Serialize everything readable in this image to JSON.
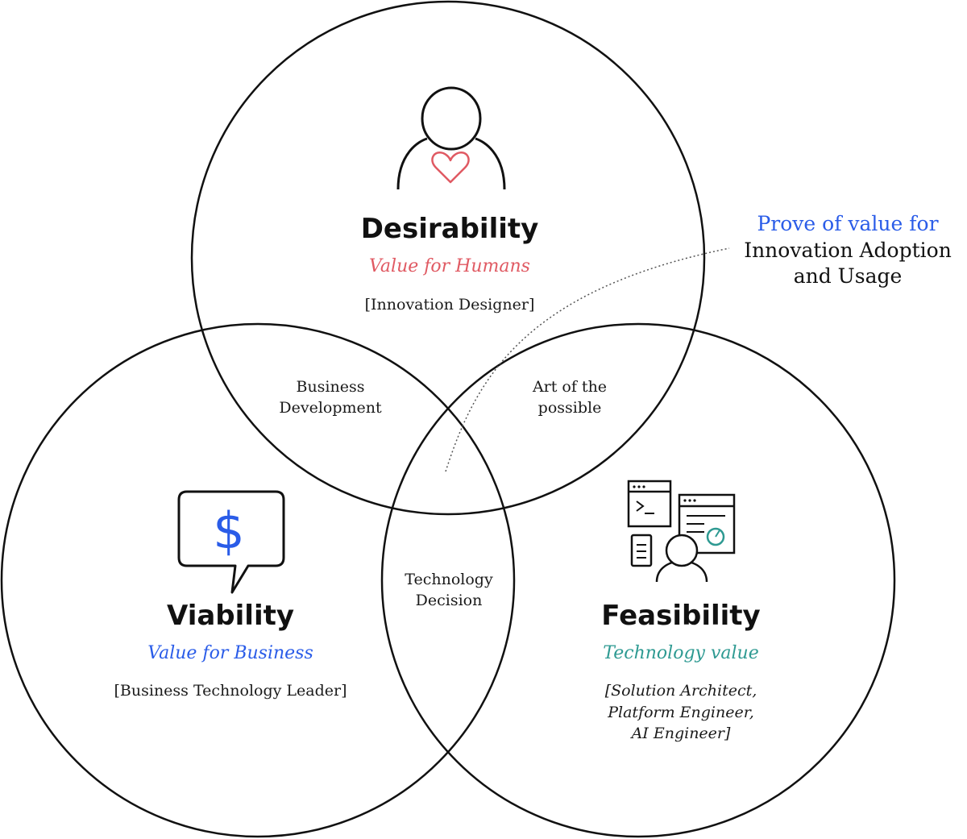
{
  "colors": {
    "stroke": "#111111",
    "desirability_accent": "#e05a63",
    "viability_accent": "#2a5ce8",
    "feasibility_accent": "#2e9a92",
    "note_accent": "#2a5ce8"
  },
  "circles": {
    "desirability": {
      "title": "Desirability",
      "subtitle": "Value for Humans",
      "role": "[Innovation Designer]",
      "icon": "person-heart-icon"
    },
    "viability": {
      "title": "Viability",
      "subtitle": "Value for Business",
      "role": "[Business Technology Leader]",
      "icon": "dollar-speech-bubble-icon"
    },
    "feasibility": {
      "title": "Feasibility",
      "subtitle": "Technology value",
      "role_lines": [
        "[Solution Architect,",
        "Platform Engineer,",
        "AI Engineer]"
      ],
      "icon": "developer-screens-icon"
    }
  },
  "overlaps": {
    "desirability_viability": [
      "Business",
      "Development"
    ],
    "desirability_feasibility": [
      "Art of the",
      "possible"
    ],
    "all_three": [
      "Technology",
      "Decision"
    ]
  },
  "callout": {
    "line1": "Prove of value for",
    "line2": "Innovation Adoption",
    "line3": "and Usage"
  }
}
